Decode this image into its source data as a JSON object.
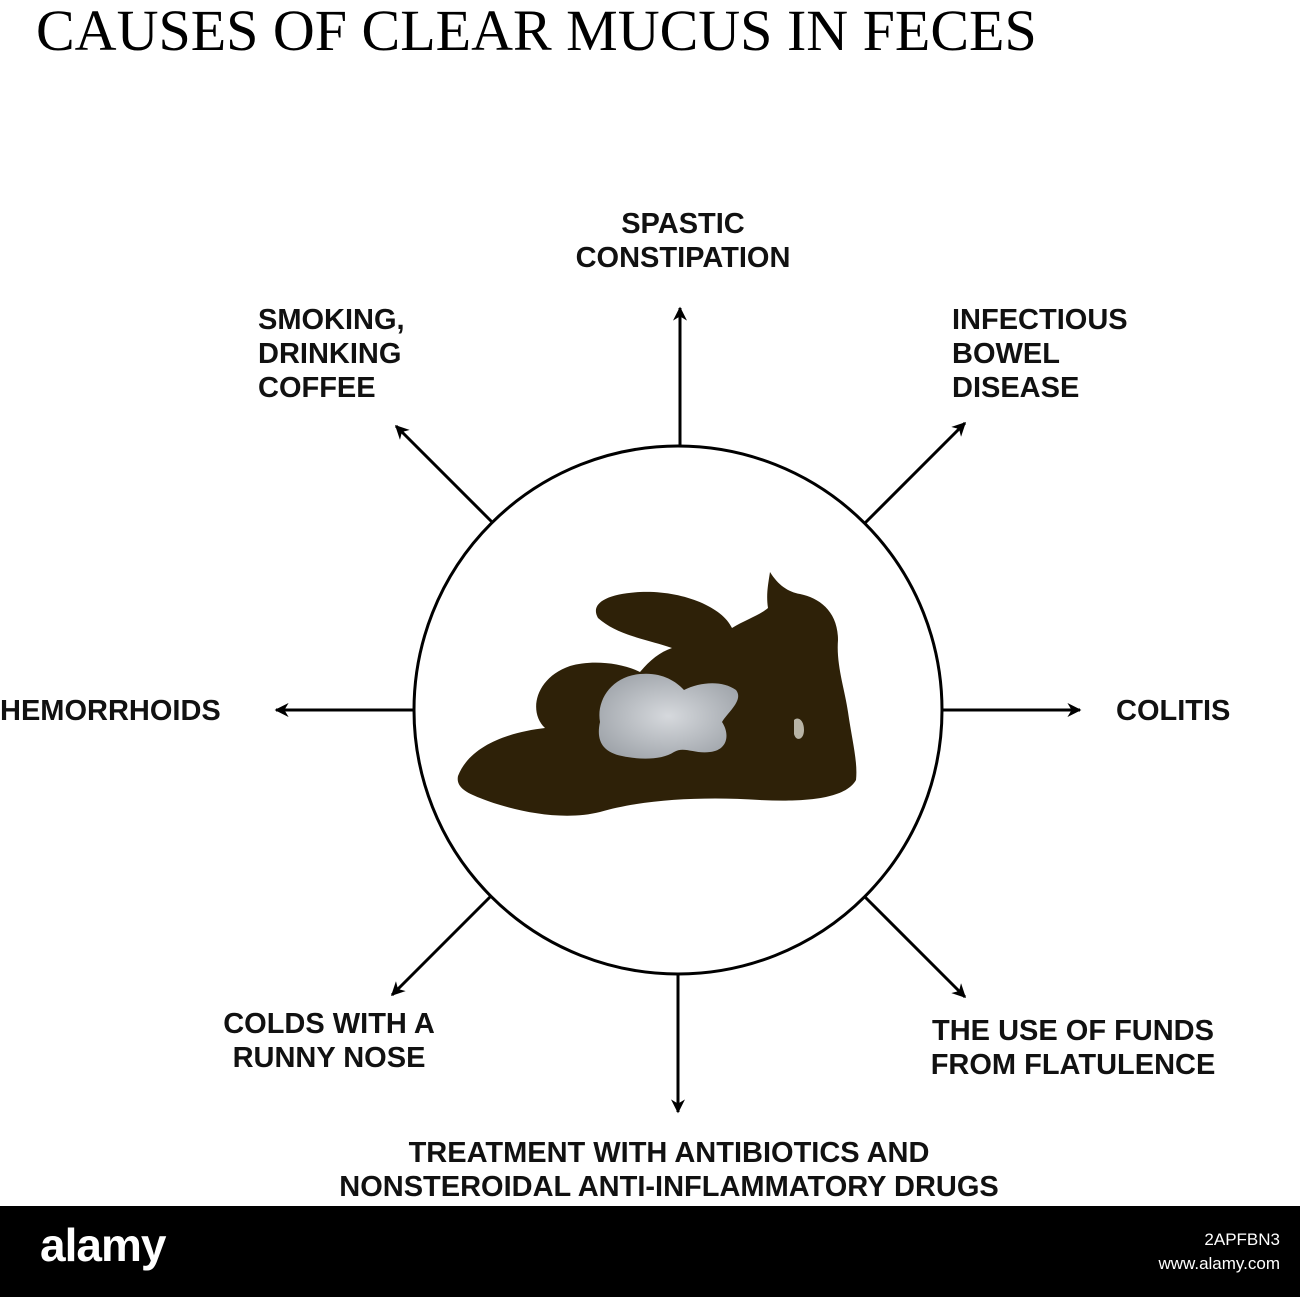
{
  "title": "CAUSES OF CLEAR MUCUS IN FECES",
  "causes": {
    "top": [
      "SPASTIC",
      "CONSTIPATION"
    ],
    "top_right": [
      "INFECTIOUS",
      "BOWEL",
      "DISEASE"
    ],
    "right": [
      "COLITIS"
    ],
    "bottom_right": [
      "THE USE OF FUNDS",
      "FROM FLATULENCE"
    ],
    "bottom": [
      "TREATMENT WITH ANTIBIOTICS AND",
      "NONSTEROIDAL ANTI-INFLAMMATORY DRUGS"
    ],
    "bottom_left": [
      "COLDS WITH A",
      "RUNNY NOSE"
    ],
    "left": [
      "HEMORRHOIDS"
    ],
    "top_left": [
      "SMOKING,",
      "DRINKING",
      "COFFEE"
    ]
  },
  "colors": {
    "feces": "#2e2108",
    "mucus": "#a9adb3",
    "outline": "#000000"
  },
  "footer": {
    "watermark": "alamy",
    "image_id": "2APFBN3",
    "site": "www.alamy.com"
  }
}
